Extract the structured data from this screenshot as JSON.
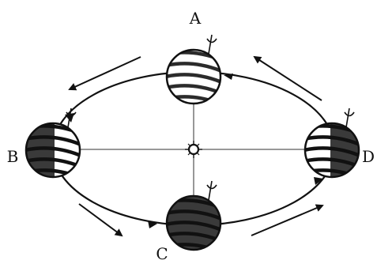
{
  "labels": {
    "a": "A",
    "b": "B",
    "c": "C",
    "d": "D"
  },
  "colors": {
    "ink": "#111111",
    "dark": "#3a3a3a",
    "light": "#ffffff"
  },
  "icons": [
    "sun-icon",
    "earth-icon",
    "orbit-arrow-icon",
    "axis-tilt-icon"
  ]
}
